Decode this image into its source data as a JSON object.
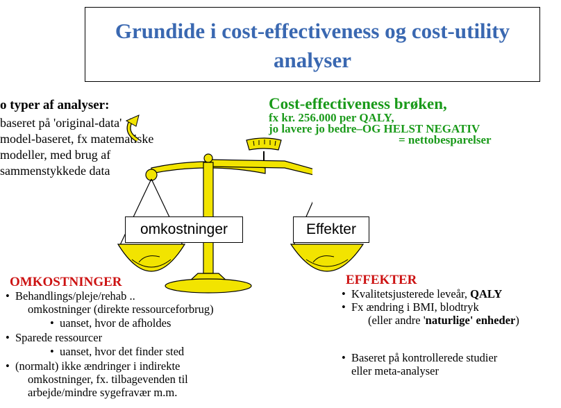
{
  "title": {
    "line1": "Grundide i cost-effectiveness og cost-utility",
    "line2": "analyser"
  },
  "types": {
    "heading": "o typer af analyser:",
    "lines": [
      "baseret på 'original-data'",
      "model-baseret, fx matematiske",
      "modeller, med brug af",
      "sammenstykkede data"
    ]
  },
  "ce": {
    "heading": "Cost-effectiveness brøken,",
    "line1": "fx kr. 256.000 per QALY,",
    "line2": "jo lavere jo bedre–OG HELST NEGATIV",
    "line3": "= nettobesparelser"
  },
  "scale": {
    "left_label": "omkostninger",
    "right_label": "Effekter"
  },
  "omkostninger": {
    "heading": "OMKOSTNINGER",
    "b1_l1": "Behandlings/pleje/rehab ..",
    "b1_l2": "omkostninger  (direkte ressourceforbrug)",
    "b1_sub": "uanset, hvor de afholdes",
    "b2": "Sparede ressourcer",
    "b2_sub": "uanset, hvor det finder sted",
    "b3_l1": "(normalt) ikke ændringer i indirekte",
    "b3_l2": "omkostninger, fx. tilbagevenden til",
    "b3_l3": "arbejde/mindre sygefravær m.m."
  },
  "effekter": {
    "heading": "EFFEKTER",
    "b1_pre": "Kvalitetsjusterede leveår, ",
    "b1_bold": "QALY",
    "b2_l1": "Fx  ændring i BMI, blodtryk",
    "b2_l2_pre": "(eller andre '",
    "b2_l2_bold": "naturlige' enheder",
    "b2_l2_post": ")",
    "b3_l1": "Baseret på kontrollerede studier",
    "b3_l2": "eller meta-analyser"
  },
  "colors": {
    "title": "#3a68b1",
    "ce_text": "#1a9a1a",
    "section_heading": "#cc1111",
    "scale_gold": "#f2e400"
  },
  "icons": [
    "curved-arrow-icon",
    "balance-scale-icon"
  ]
}
